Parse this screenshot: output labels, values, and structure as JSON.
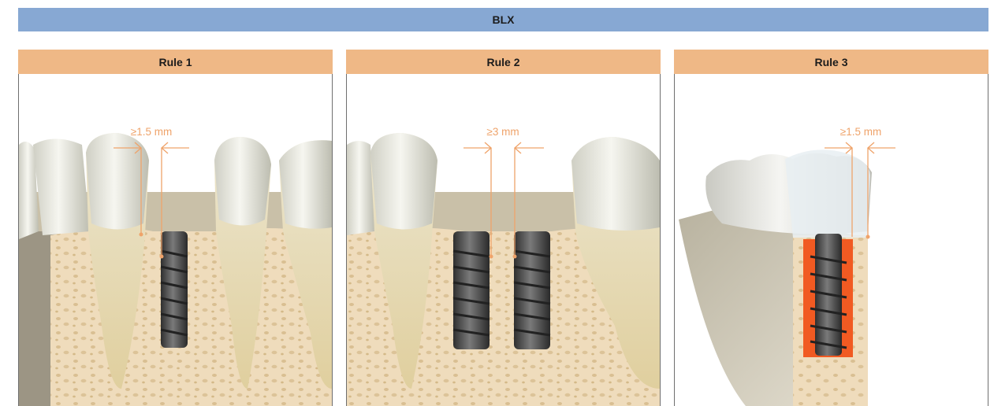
{
  "title": "BLX",
  "panels": [
    {
      "header": "Rule 1",
      "measure": "≥1.5 mm"
    },
    {
      "header": "Rule 2",
      "measure": "≥3 mm"
    },
    {
      "header": "Rule 3",
      "measure": "≥1.5 mm"
    }
  ],
  "colors": {
    "title_bar": "#87a8d3",
    "panel_header": "#efb886",
    "measure_line": "#efa36a",
    "bone": "#efdcbc",
    "implant": "#4d4d4d",
    "graft_highlight": "#f15a22"
  }
}
